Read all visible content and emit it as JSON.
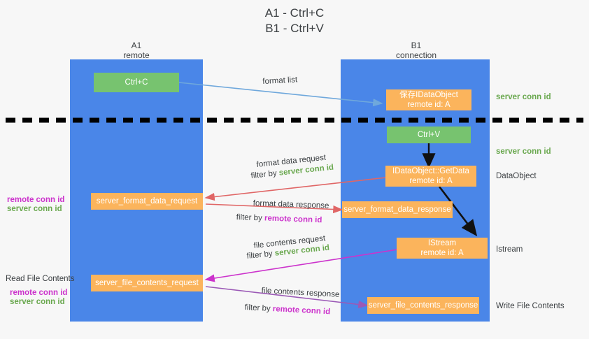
{
  "title": {
    "line1": "A1 - Ctrl+C",
    "line2": "B1 - Ctrl+V"
  },
  "columns": [
    {
      "name": "A1",
      "sub": "remote"
    },
    {
      "name": "B1",
      "sub": "connection"
    }
  ],
  "nodes": {
    "ctrl_c": {
      "line1": "Ctrl+C",
      "line2": "",
      "color": "#77c36f"
    },
    "save_idataobject": {
      "line1": "保存IDataObject",
      "line2": "remote id: A",
      "color": "#fbb45c"
    },
    "ctrl_v": {
      "line1": "Ctrl+V",
      "line2": "",
      "color": "#77c36f"
    },
    "getdata": {
      "line1": "IDataObject::GetData",
      "line2": "remote id: A",
      "color": "#fbb45c"
    },
    "fmt_req": {
      "line1": "server_format_data_request",
      "line2": "",
      "color": "#fbb45c"
    },
    "fmt_resp": {
      "line1": "server_format_data_response",
      "line2": "",
      "color": "#fbb45c"
    },
    "istream": {
      "line1": "IStream",
      "line2": "remote id: A",
      "color": "#fbb45c"
    },
    "file_req": {
      "line1": "server_file_contents_request",
      "line2": "",
      "color": "#fbb45c"
    },
    "file_resp": {
      "line1": "server_file_contents_response",
      "line2": "",
      "color": "#fbb45c"
    }
  },
  "edge_labels": {
    "format_list": "format list",
    "format_data_request": "format data request",
    "format_data_request_filter_prefix": "filter by ",
    "format_data_request_filter_value": "server conn id",
    "format_data_response": "format data response",
    "format_data_response_filter_prefix": "filter by ",
    "format_data_response_filter_value": "remote conn id",
    "file_contents_request": "file contents request",
    "file_contents_request_filter_prefix": "filter by ",
    "file_contents_request_filter_value": "server conn id",
    "file_contents_response": "file contents response",
    "file_contents_response_filter_prefix": "filter by ",
    "file_contents_response_filter_value": "remote conn id"
  },
  "right_annotations": {
    "server_conn_id_top": "server conn id",
    "server_conn_id_mid": "server conn id",
    "dataobject": "DataObject",
    "istream": "Istream",
    "write_file_contents": "Write File Contents"
  },
  "left_annotations": {
    "remote_conn_id_1": "remote conn id",
    "server_conn_id_1": "server conn id",
    "read_file_contents": "Read File Contents",
    "remote_conn_id_2": "remote conn id",
    "server_conn_id_2": "server conn id"
  },
  "colors": {
    "lane": "#4a86e8",
    "green": "#77c36f",
    "orange": "#fbb45c",
    "green_text": "#6aa84f",
    "magenta_text": "#cc33cc",
    "arrow_blue": "#6fa8dc",
    "arrow_red": "#e06666",
    "arrow_magenta": "#cc33cc",
    "arrow_purple": "#9b59b6",
    "arrow_black": "#000000",
    "divider": "#000000",
    "background": "#f7f7f7"
  }
}
